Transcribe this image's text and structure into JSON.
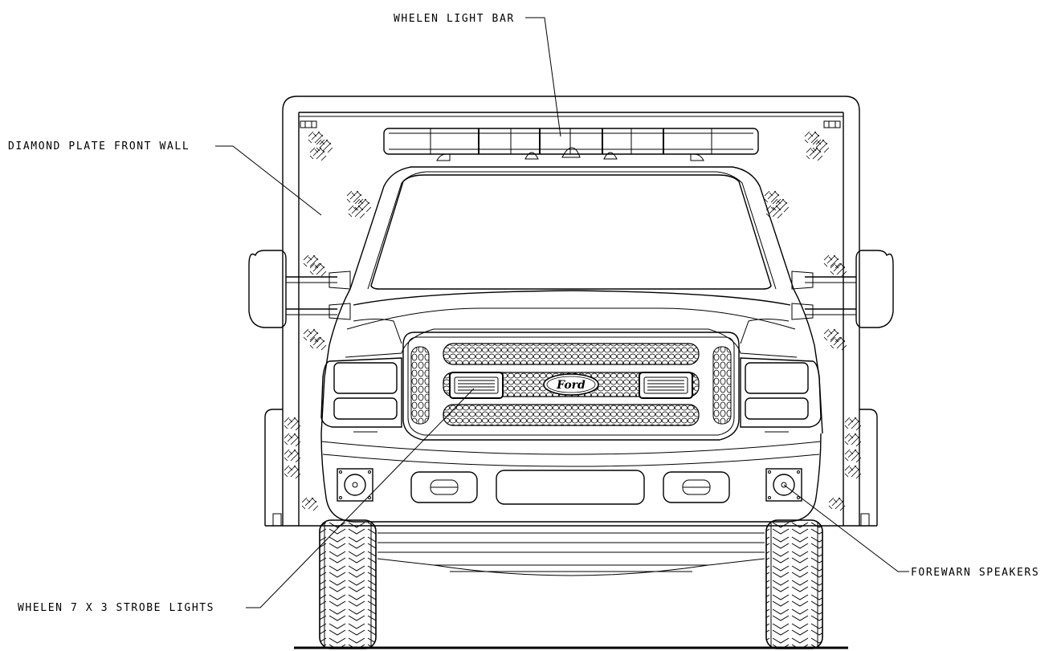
{
  "callouts": {
    "light_bar": "WHELEN LIGHT BAR",
    "front_wall": "DIAMOND PLATE FRONT WALL",
    "strobes": "WHELEN 7 X 3 STROBE LIGHTS",
    "speakers": "FOREWARN SPEAKERS"
  },
  "logo": {
    "text": "Ford"
  },
  "colors": {
    "line": "#000000",
    "background": "#ffffff"
  }
}
